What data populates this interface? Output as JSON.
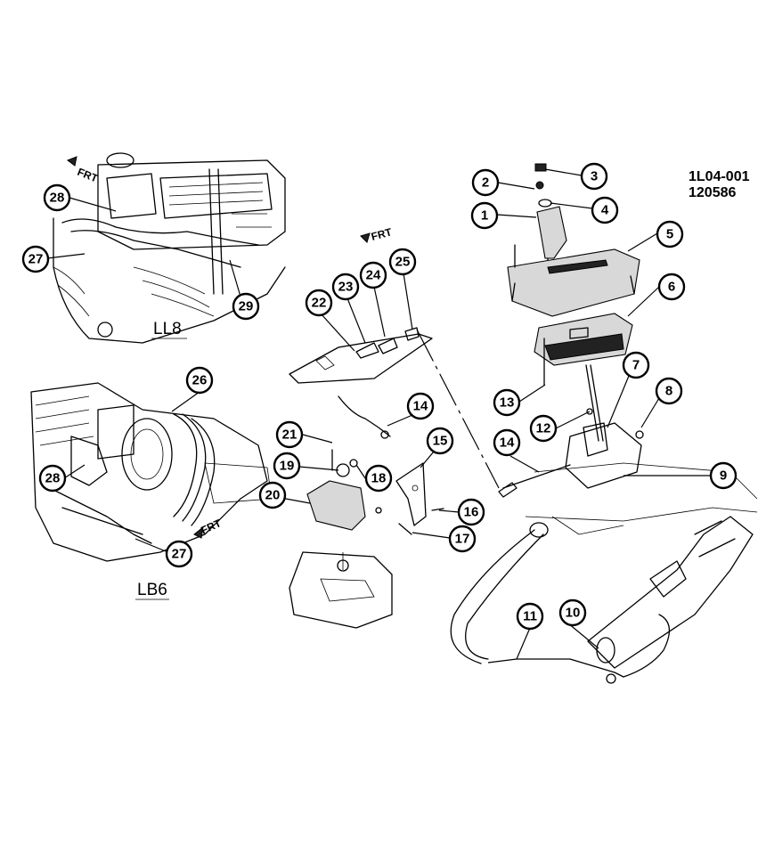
{
  "header": {
    "figure_code": "1L04-001",
    "date_code": "120586"
  },
  "views": {
    "ll8": {
      "label": "LL8",
      "front_marker": "FRT"
    },
    "lb6": {
      "label": "LB6",
      "front_marker": "FRT"
    },
    "selector": {
      "front_marker": "FRT"
    }
  },
  "callouts": [
    "1",
    "2",
    "3",
    "4",
    "5",
    "6",
    "7",
    "8",
    "9",
    "10",
    "11",
    "12",
    "13",
    "14",
    "14",
    "15",
    "16",
    "17",
    "18",
    "19",
    "20",
    "21",
    "22",
    "23",
    "24",
    "25",
    "26",
    "27",
    "27",
    "28",
    "28",
    "29"
  ]
}
